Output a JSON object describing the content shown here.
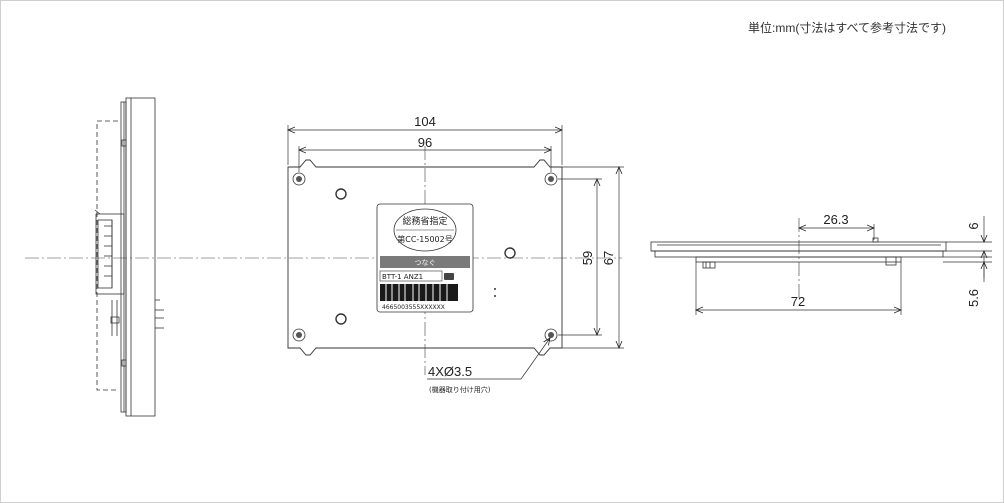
{
  "unit_note": "単位:mm(寸法はすべて参考寸法です)",
  "front_view": {
    "dim_width_outer": "104",
    "dim_width_holes": "96",
    "dim_height_holes": "59",
    "dim_height_outer": "67",
    "hole_callout": "4XØ3.5",
    "hole_callout_note": "(機器取り付け用穴)",
    "label_line1": "総務省指定",
    "label_line2": "第CC-15002号",
    "label_line3": "つなぐ",
    "label_line4": "BTT-1 ANZ1",
    "label_line5": "4665003555XXXXXX"
  },
  "side_view": {
    "dim_offset": "26.3",
    "dim_length": "72",
    "dim_thickness_top": "6",
    "dim_thickness_bottom": "5.6"
  }
}
